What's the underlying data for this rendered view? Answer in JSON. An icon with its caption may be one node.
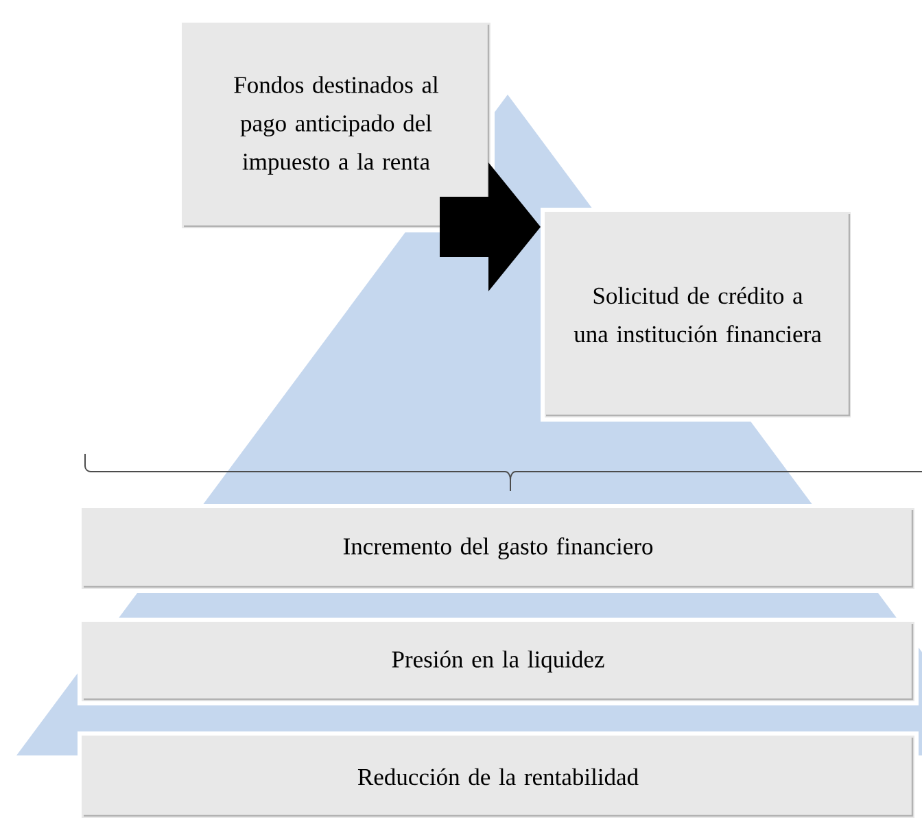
{
  "diagram": {
    "nodes": [
      {
        "text": [
          "Fondos destinados al pago anticipado del impuesto a la renta"
        ]
      },
      {
        "text": [
          "Solicitud de crédito a una institución financiera"
        ]
      },
      {
        "text": [
          "Incremento del gasto financiero"
        ]
      },
      {
        "text": [
          "Presión en la liquidez"
        ]
      },
      {
        "text": [
          "Reducción de la rentabilidad"
        ]
      }
    ],
    "edges": [
      {
        "from": 0,
        "to": 1,
        "arrow": "to"
      }
    ]
  }
}
